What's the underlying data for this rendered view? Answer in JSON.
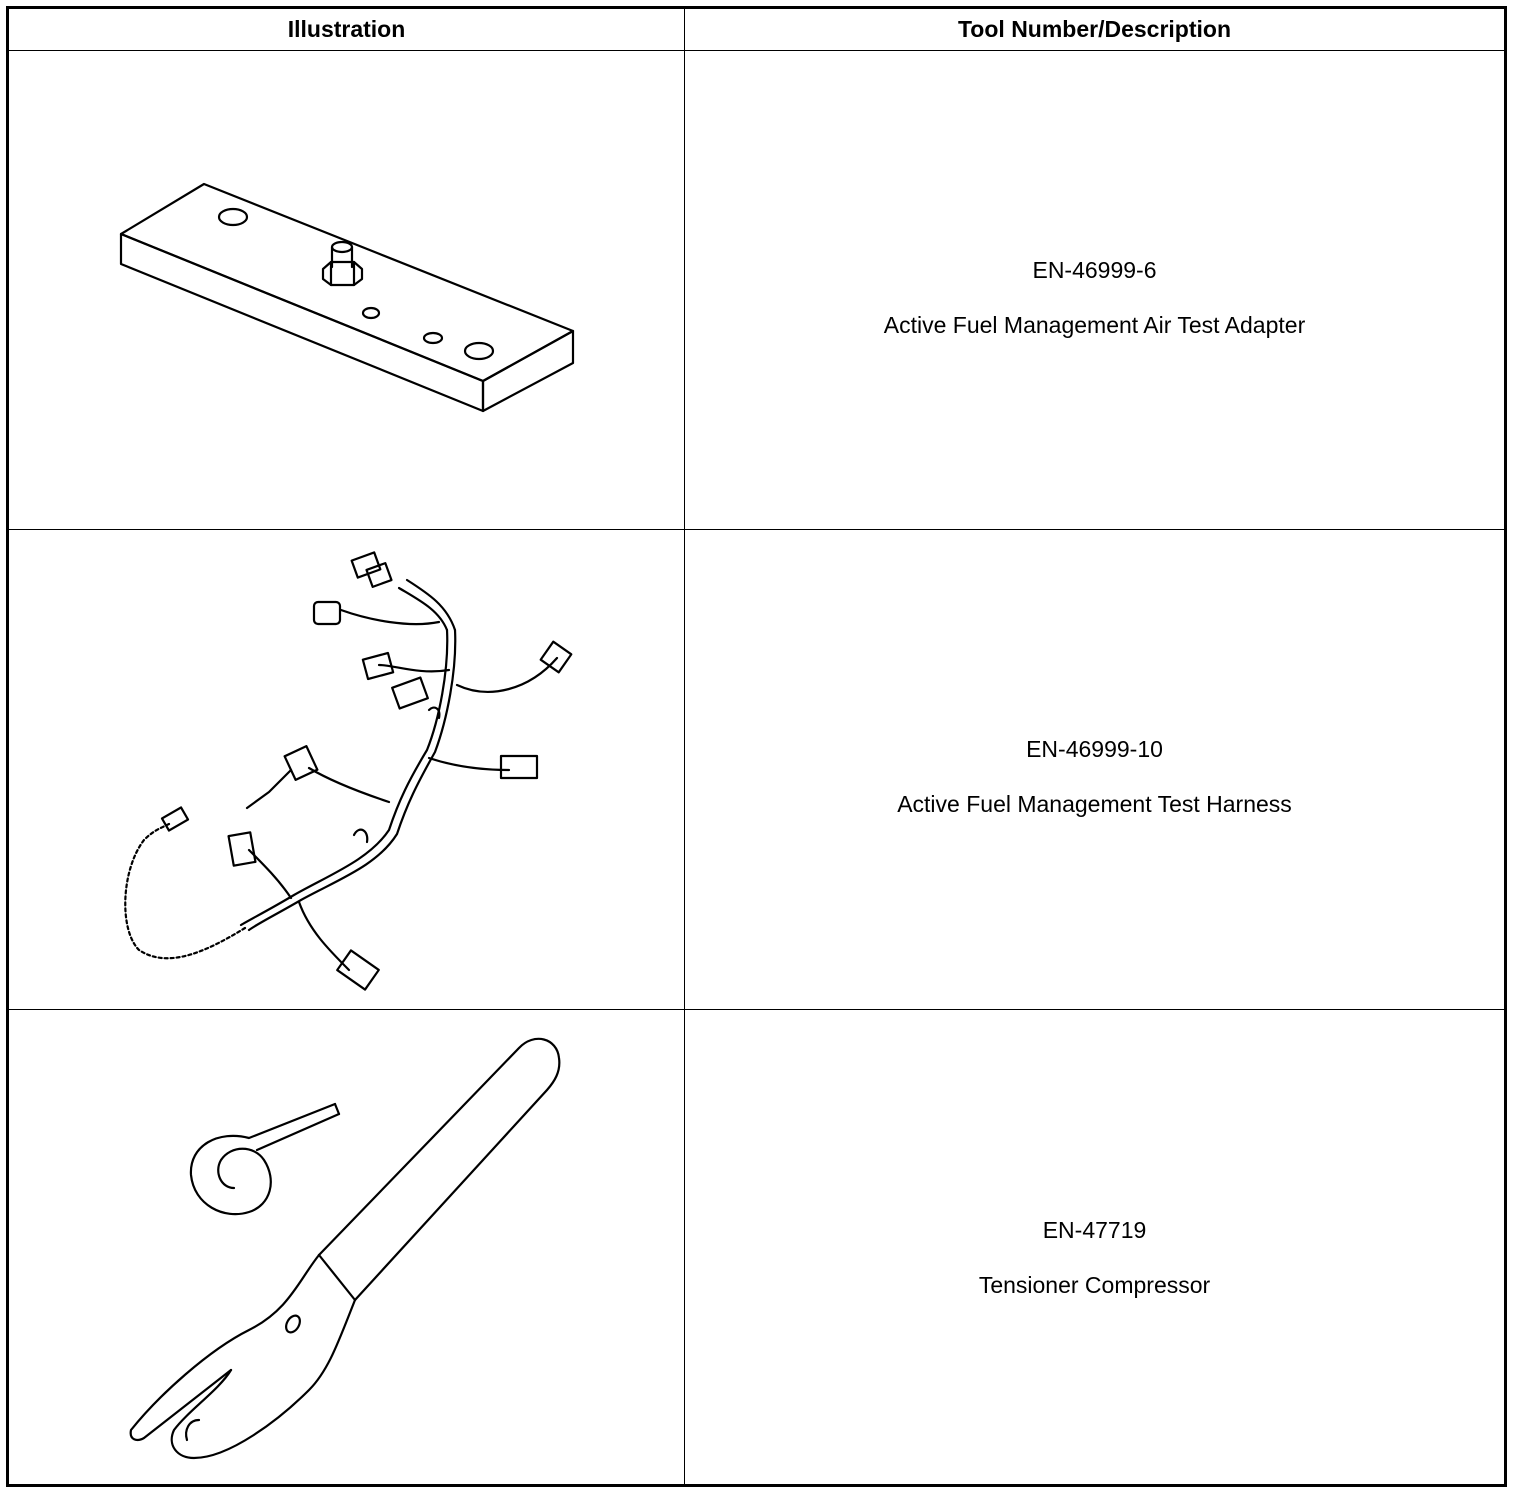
{
  "table": {
    "headers": {
      "illustration": "Illustration",
      "tool": "Tool Number/Description"
    },
    "rows": [
      {
        "tool_number": "EN-46999-6",
        "description": "Active Fuel Management Air Test Adapter",
        "illustration_icon": "air-test-adapter-illustration"
      },
      {
        "tool_number": "EN-46999-10",
        "description": "Active Fuel Management Test Harness",
        "illustration_icon": "test-harness-illustration"
      },
      {
        "tool_number": "EN-47719",
        "description": "Tensioner Compressor",
        "illustration_icon": "tensioner-compressor-illustration"
      }
    ]
  }
}
